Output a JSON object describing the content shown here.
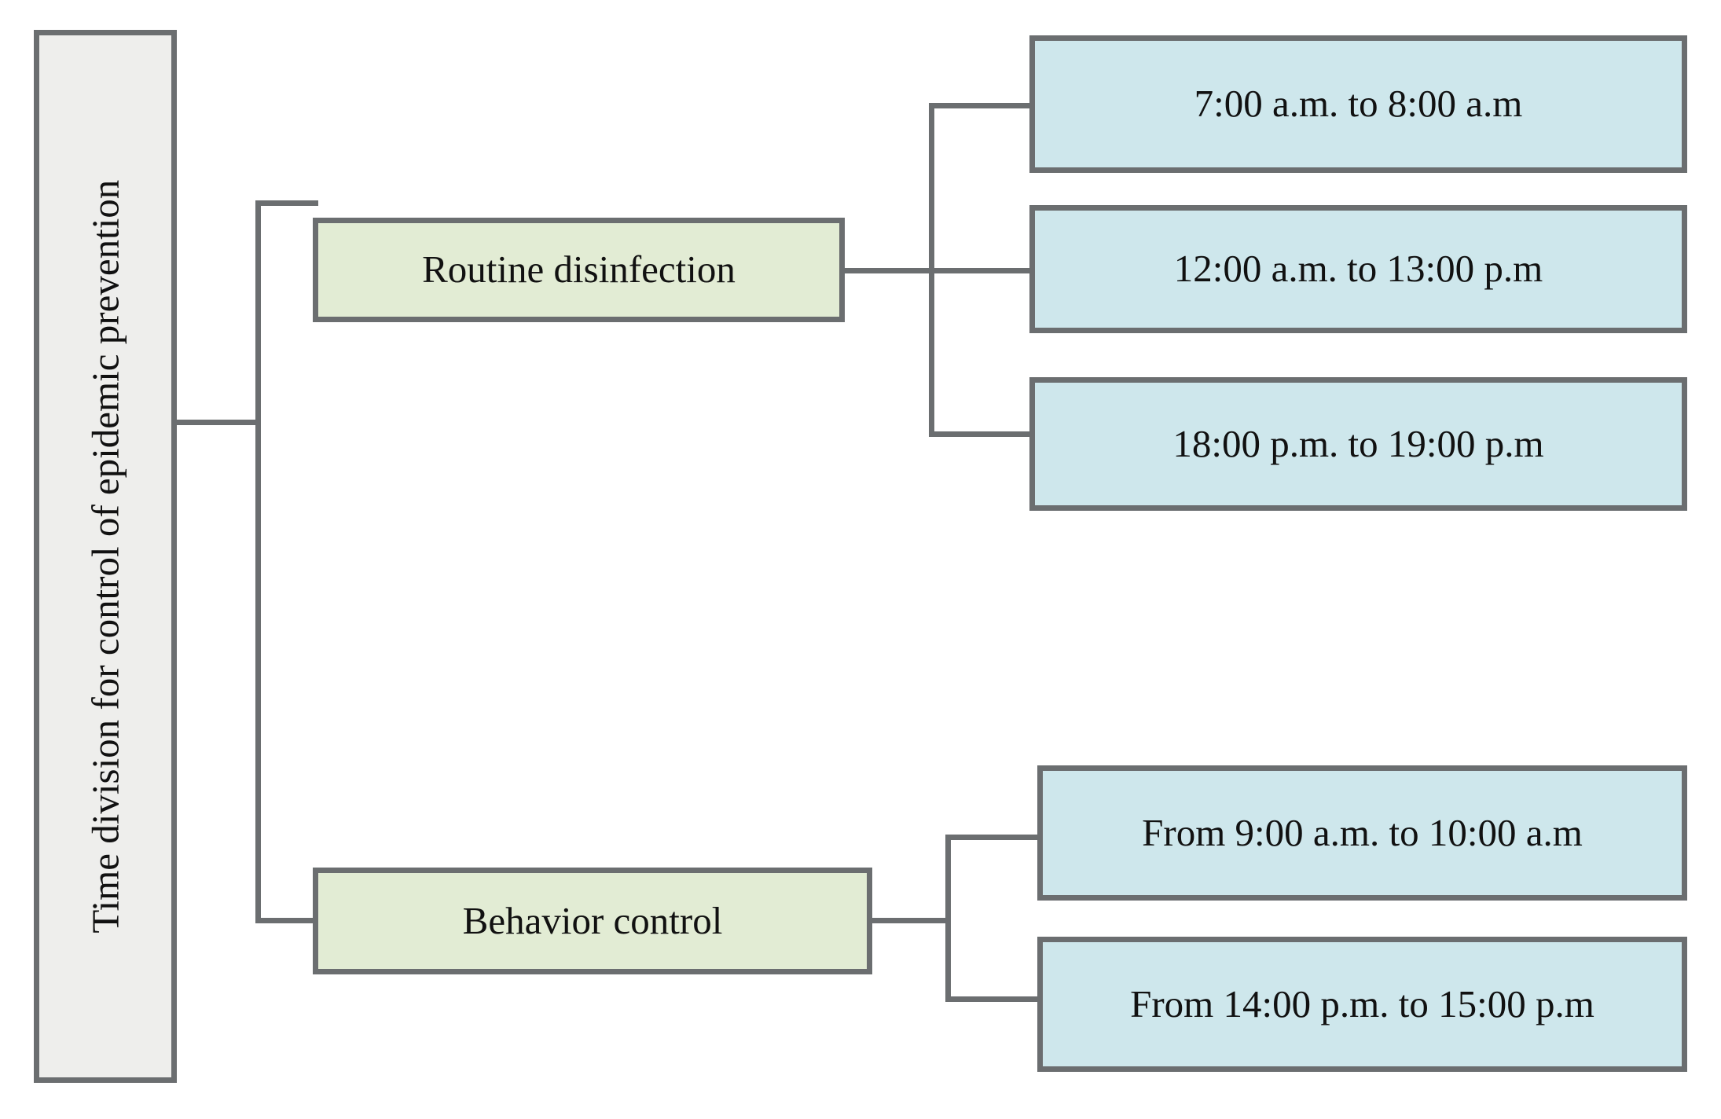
{
  "diagram": {
    "root": {
      "label": "Time division for control of epidemic prevention"
    },
    "branches": [
      {
        "label": "Routine disinfection",
        "leaves": [
          {
            "label": "7:00 a.m. to 8:00 a.m"
          },
          {
            "label": "12:00 a.m. to 13:00 p.m"
          },
          {
            "label": "18:00 p.m. to 19:00 p.m"
          }
        ]
      },
      {
        "label": "Behavior control",
        "leaves": [
          {
            "label": "From 9:00 a.m. to 10:00 a.m"
          },
          {
            "label": "From 14:00 p.m. to 15:00 p.m"
          }
        ]
      }
    ],
    "colors": {
      "root_fill": "#eeeeec",
      "branch_fill": "#e2ecd4",
      "leaf_fill": "#cee7ec",
      "border": "#6b6e70",
      "text": "#111111",
      "background": "#ffffff"
    }
  }
}
